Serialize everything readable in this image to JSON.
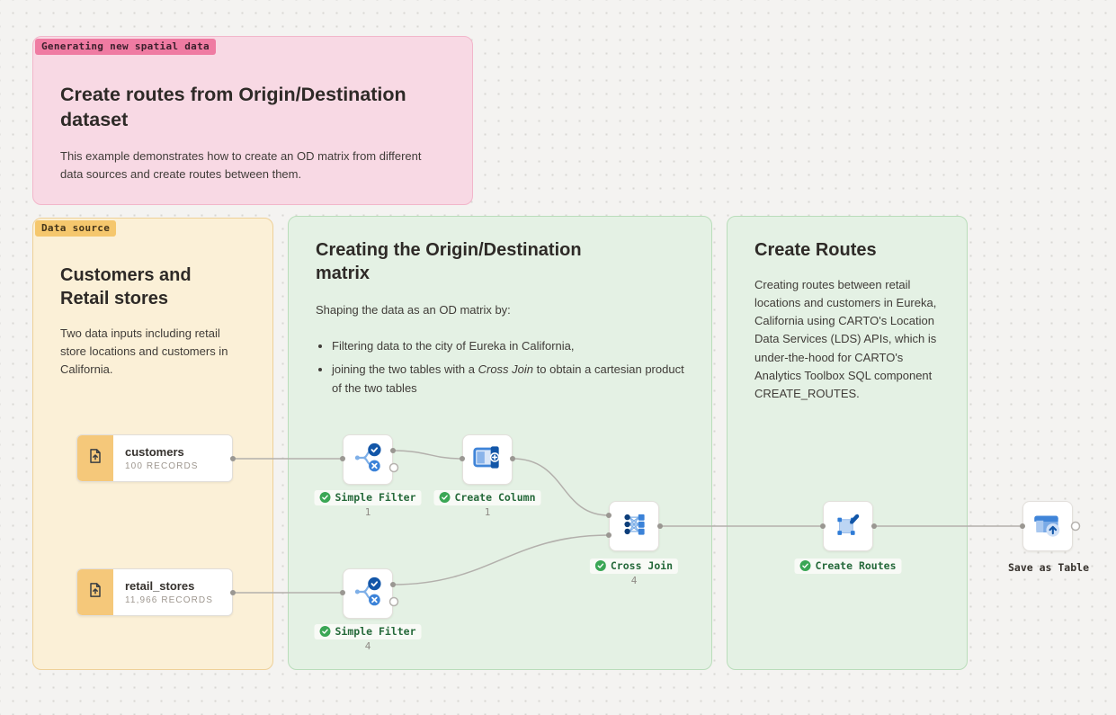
{
  "app": "workflow-canvas",
  "colors": {
    "canvas_bg": "#f4f3f1",
    "dot_grid": "#d9d7d3",
    "note_pink_bg": "#f8d9e4",
    "note_pink_tag": "#ef7ba2",
    "note_orange_bg": "#fbf0d7",
    "note_orange_tag": "#f5c76d",
    "note_green_bg": "#e4f1e4",
    "source_strip": "#f5c87a",
    "icon_navy": "#1256a8",
    "icon_blue": "#3b82d8",
    "icon_light_blue": "#8ab4ea",
    "check_green": "#3aa655",
    "label_green_text": "#25693a",
    "edge_gray": "#b3b0ac"
  },
  "notes": {
    "intro": {
      "tag": "Generating new spatial data",
      "title": "Create routes from Origin/Destination dataset",
      "body": "This example demonstrates how to create an OD matrix from different data sources and create routes between them."
    },
    "data_source": {
      "tag": "Data source",
      "title": "Customers and Retail stores",
      "body": "Two data inputs including retail store locations and customers in California."
    },
    "od_matrix": {
      "title": "Creating the Origin/Destination matrix",
      "body": "Shaping the data as an OD matrix by:",
      "bullets": [
        {
          "pre": "Filtering data to the city of Eureka in California,",
          "italic": "",
          "post": ""
        },
        {
          "pre": "joining the two tables with a ",
          "italic": "Cross Join",
          "post": " to obtain a cartesian product of the two tables"
        }
      ]
    },
    "create_routes": {
      "title": "Create Routes",
      "body": "Creating routes between retail locations and customers in Eureka, California using CARTO's Location Data Services (LDS) APIs, which is under-the-hood for CARTO's Analytics Toolbox SQL component CREATE_ROUTES."
    }
  },
  "sources": [
    {
      "name": "customers",
      "records": "100 RECORDS"
    },
    {
      "name": "retail_stores",
      "records": "11,966 RECORDS"
    }
  ],
  "nodes": {
    "simple_filter_1": {
      "label": "Simple Filter",
      "count": "1",
      "status": "success"
    },
    "create_column": {
      "label": "Create Column",
      "count": "1",
      "status": "success"
    },
    "simple_filter_2": {
      "label": "Simple Filter",
      "count": "4",
      "status": "success"
    },
    "cross_join": {
      "label": "Cross Join",
      "count": "4",
      "status": "success"
    },
    "create_routes": {
      "label": "Create Routes",
      "status": "success"
    },
    "save_as_table": {
      "label": "Save as Table"
    }
  }
}
